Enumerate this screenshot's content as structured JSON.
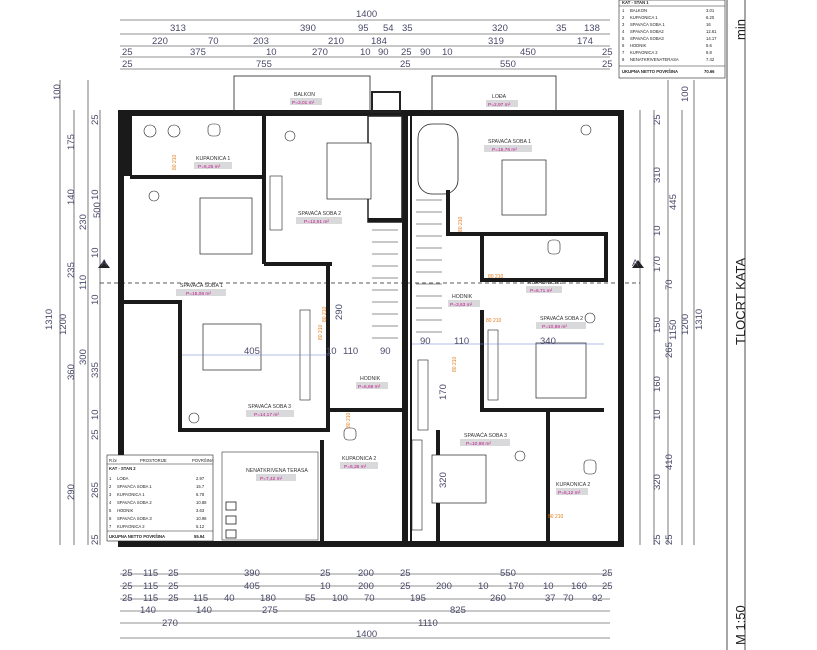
{
  "titles": {
    "plan_title": "TLOCRT KATA",
    "scale": "M 1:50",
    "logo": "min"
  },
  "section_marks": [
    "A",
    "A"
  ],
  "top_dims": {
    "row1": [
      "1400"
    ],
    "row2": [
      "313",
      "390",
      "95",
      "54",
      "35",
      "320",
      "35",
      "138"
    ],
    "row3": [
      "220",
      "70",
      "203",
      "210",
      "184",
      "319",
      "174"
    ],
    "row4": [
      "25",
      "375",
      "10",
      "270",
      "10",
      "90",
      "25",
      "90",
      "10",
      "450",
      "25"
    ],
    "row5": [
      "25",
      "755",
      "25",
      "550",
      "25"
    ]
  },
  "bottom_dims": {
    "row1": [
      "25",
      "115",
      "25",
      "390",
      "25",
      "200",
      "25",
      "550",
      "25"
    ],
    "row2": [
      "25",
      "115",
      "25",
      "405",
      "10",
      "200",
      "25",
      "200",
      "10",
      "170",
      "10",
      "160",
      "25"
    ],
    "row3": [
      "25",
      "115",
      "25",
      "115",
      "40",
      "180",
      "55",
      "100",
      "70",
      "195",
      "260",
      "37",
      "70",
      "92"
    ],
    "row4": [
      "140",
      "140",
      "275",
      "825"
    ],
    "row5": [
      "270",
      "1110"
    ],
    "row6": [
      "1400"
    ]
  },
  "left_dims": {
    "outer": [
      "1310"
    ],
    "mid": [
      "1200"
    ],
    "a": [
      "100",
      "175",
      "140",
      "230",
      "235",
      "110",
      "300",
      "360",
      "290"
    ],
    "b": [
      "25",
      "10",
      "500",
      "10",
      "335",
      "10",
      "10",
      "25",
      "265",
      "25"
    ]
  },
  "right_dims": {
    "outer": [
      "1310"
    ],
    "mid": [
      "1200"
    ],
    "a": [
      "100",
      "445",
      "1150"
    ],
    "b": [
      "25",
      "310",
      "10",
      "70",
      "170",
      "150",
      "265",
      "160",
      "410",
      "320",
      "10",
      "25",
      "25"
    ]
  },
  "interior_dims": [
    "405",
    "10",
    "110",
    "90",
    "90",
    "110",
    "340",
    "290",
    "170",
    "320"
  ],
  "rooms": [
    {
      "name": "BALKON",
      "area": "P=3,01 m²"
    },
    {
      "name": "LOĐA",
      "area": "P=2,97 m²"
    },
    {
      "name": "KUPAONICA 1",
      "area": "P=6,25 m²"
    },
    {
      "name": "SPAVAĆA SOBA 2",
      "area": "P=12,61 m²"
    },
    {
      "name": "SPAVAĆA SOBA 1",
      "area": "P=15,78 m²"
    },
    {
      "name": "SPAVAĆA SOBA 1",
      "area": "P=15,08 m²"
    },
    {
      "name": "HODNIK",
      "area": "P=3,63 m²"
    },
    {
      "name": "KUPAONICA 1",
      "area": "P=6,71 m²"
    },
    {
      "name": "SPAVAĆA SOBA 2",
      "area": "P=10,88 m²"
    },
    {
      "name": "HODNIK",
      "area": "P=6,69 m²"
    },
    {
      "name": "SPAVAĆA SOBA 3",
      "area": "P=14,17 m²"
    },
    {
      "name": "NENATKRIVENA TERASA",
      "area": "P=7,42 m²"
    },
    {
      "name": "KUPAONICA 2",
      "area": "P=6,36 m²"
    },
    {
      "name": "SPAVAĆA SOBA 3",
      "area": "P=10,98 m²"
    },
    {
      "name": "KUPAONICA 2",
      "area": "P=5,12 m²"
    }
  ],
  "door_tags": [
    "80 210",
    "80 210",
    "80 210",
    "80 210",
    "80 210",
    "80 210",
    "80 210",
    "80 210",
    "80 210"
  ],
  "table_stan1": {
    "title": "KAT - STAN 1",
    "rows": [
      [
        "1",
        "BALKON",
        "3.01"
      ],
      [
        "2",
        "KUPAONICA 1",
        "6.20"
      ],
      [
        "3",
        "SPAVAĆA SOBA 1",
        "16"
      ],
      [
        "4",
        "SPAVAĆA SOBA2",
        "12.61"
      ],
      [
        "5",
        "SPAVAĆA SOBA3",
        "14.17"
      ],
      [
        "6",
        "HODNIK",
        "5.6"
      ],
      [
        "7",
        "KUPAONICA 2",
        "6.8"
      ],
      [
        "8",
        "NENATKRIVENATERASA",
        "7.42"
      ]
    ],
    "total_label": "UKUPNA NETTO POVRŠINA",
    "total_value": "70.66"
  },
  "table_stan2": {
    "header": [
      "R.br",
      "PROSTORIJE",
      "POVRŠINA"
    ],
    "title": "KAT - STAN 2",
    "rows": [
      [
        "1",
        "LOĐA",
        "2.97"
      ],
      [
        "2",
        "SPAVAĆA SOBA 1",
        "15.7"
      ],
      [
        "3",
        "KUPAONICA 1",
        "6.78"
      ],
      [
        "4",
        "SPAVAĆA SOBA 2",
        "10.88"
      ],
      [
        "5",
        "HODNIK",
        "3.63"
      ],
      [
        "6",
        "SPAVAĆA SOBA 3",
        "10.98"
      ],
      [
        "7",
        "KUPAONICA 2",
        "5.12"
      ]
    ],
    "total_label": "UKUPNA NETTO POVRŠINA",
    "total_value": "55.94"
  }
}
